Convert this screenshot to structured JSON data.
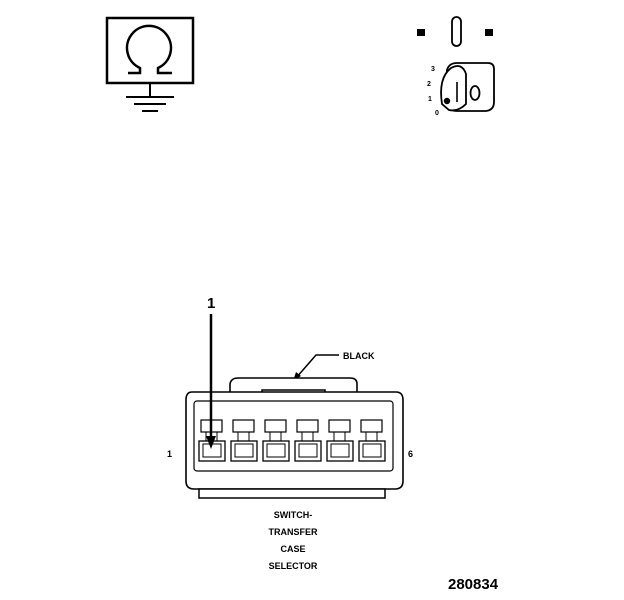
{
  "ohm_symbol": {
    "glyph": "Ω",
    "icon": "ohmmeter-ground-icon"
  },
  "ignition_key": {
    "icon": "ignition-key-off-icon",
    "positions": [
      "3",
      "2",
      "1",
      "0"
    ]
  },
  "connector": {
    "callout": "1",
    "color_label": "BLACK",
    "pin_first": "1",
    "pin_last": "6",
    "name_lines": [
      "SWITCH-",
      "TRANSFER",
      "CASE",
      "SELECTOR"
    ]
  },
  "figure_number": "280834"
}
